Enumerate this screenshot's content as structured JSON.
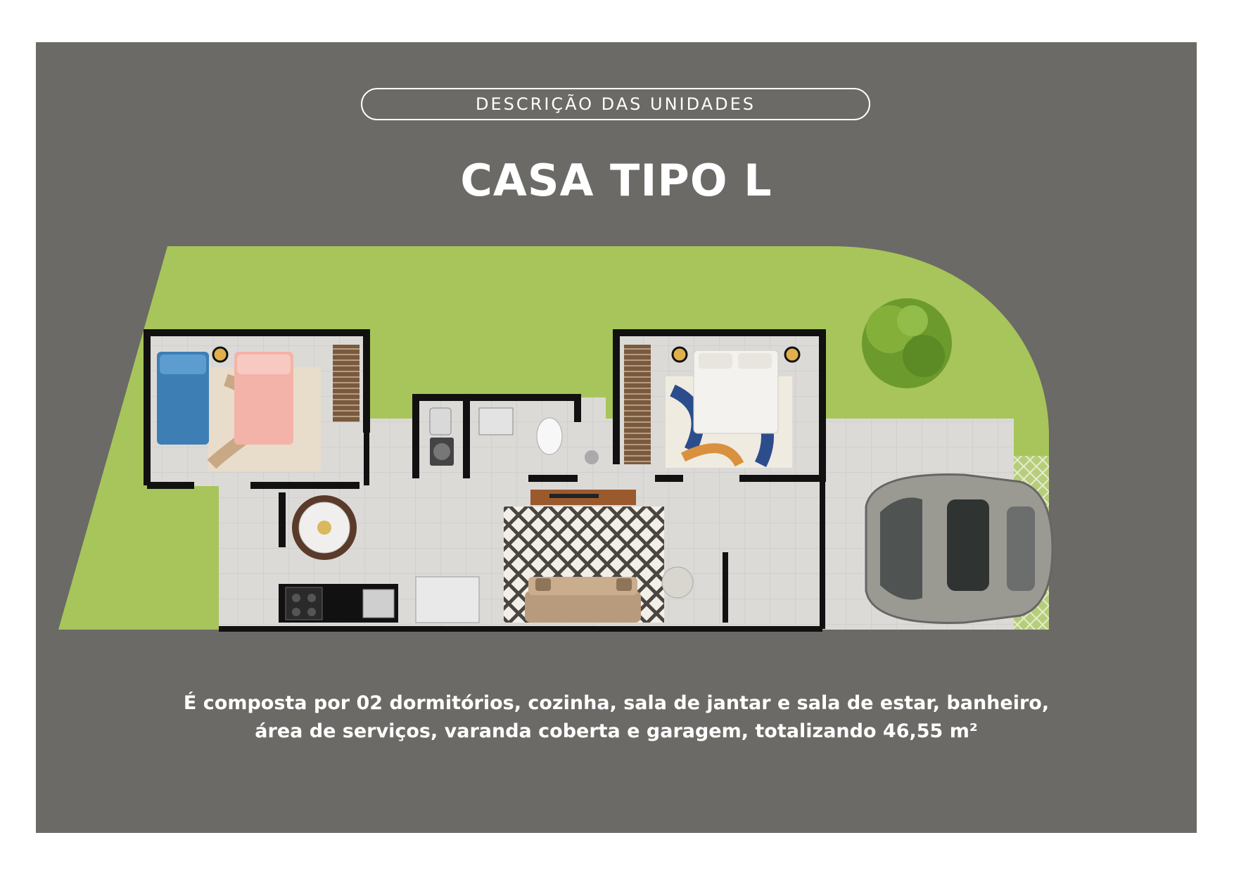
{
  "header": {
    "section_label": "DESCRIÇÃO DAS UNIDADES"
  },
  "title": "CASA TIPO L",
  "description": {
    "line1": "É composta por 02 dormitórios, cozinha, sala de jantar e sala de estar, banheiro,",
    "line2": "área de serviços, varanda coberta e garagem, totalizando 46,55 m²"
  },
  "colors": {
    "background": "#6b6a66",
    "text": "#ffffff",
    "lawn": "#a7c55a",
    "floor": "#d9d7d4",
    "wall": "#111111"
  }
}
